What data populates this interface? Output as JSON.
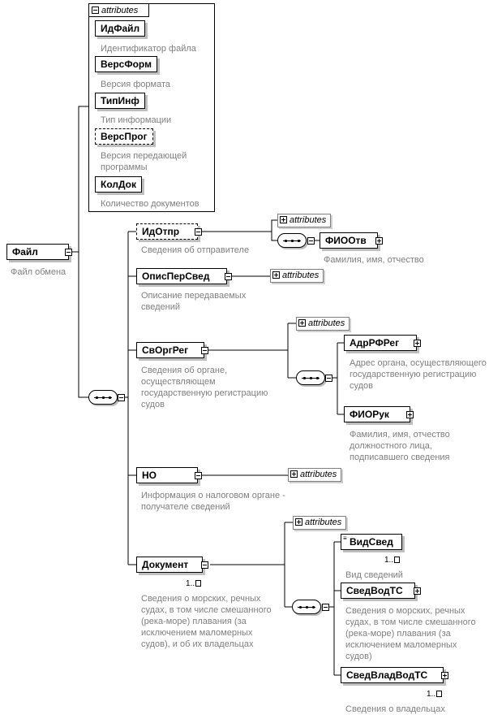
{
  "attr_group": {
    "header": "attributes",
    "items": [
      {
        "name": "ИдФайл",
        "desc": "Идентификатор файла"
      },
      {
        "name": "ВерсФорм",
        "desc": "Версия формата"
      },
      {
        "name": "ТипИнф",
        "desc": "Тип информации"
      },
      {
        "name": "ВерсПрог",
        "desc": "Версия передающей программы"
      },
      {
        "name": "КолДок",
        "desc": "Количество документов"
      }
    ]
  },
  "root": {
    "name": "Файл",
    "desc": "Файл обмена"
  },
  "attributes_label": "attributes",
  "children": {
    "idotpr": {
      "name": "ИдОтпр",
      "desc": "Сведения об отправителе"
    },
    "fiootv": {
      "name": "ФИООтв",
      "desc": "Фамилия, имя, отчество"
    },
    "opispersved": {
      "name": "ОписПерСвед",
      "desc": "Описание передаваемых сведений"
    },
    "svorgreg": {
      "name": "СвОргРег",
      "desc": "Сведения об органе, осуществляющем государственную регистрацию судов"
    },
    "adrrfreg": {
      "name": "АдрРФРег",
      "desc": "Адрес органа, осуществляющего государственную регистрацию судов"
    },
    "fioruk": {
      "name": "ФИОРук",
      "desc": "Фамилия, имя, отчество должностного лица, подписавшего сведения"
    },
    "no": {
      "name": "НО",
      "desc": "Информация о налоговом органе - получателе сведений"
    },
    "dokument": {
      "name": "Документ",
      "desc": "Сведения о морских, речных судах, в том числе смешанного (река-море) плавания (за исключением маломерных судов), и об их владельцах",
      "mult": "1.."
    },
    "vidsved": {
      "name": "ВидСвед",
      "desc": "Вид сведений",
      "mult": "1.."
    },
    "svedvodts": {
      "name": "СведВодТС",
      "desc": "Сведения о морских, речных судах, в том числе смешанного (река-море) плавания (за исключением маломерных судов)"
    },
    "svedvladvodts": {
      "name": "СведВладВодТС",
      "desc": "Сведения о владельцах",
      "mult": "1.."
    }
  }
}
